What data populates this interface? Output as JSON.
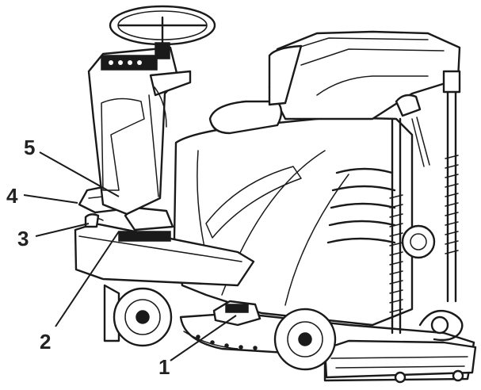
{
  "callouts": [
    {
      "id": "1",
      "label": "1"
    },
    {
      "id": "2",
      "label": "2"
    },
    {
      "id": "3",
      "label": "3"
    },
    {
      "id": "4",
      "label": "4"
    },
    {
      "id": "5",
      "label": "5"
    }
  ],
  "colors": {
    "line": "#1a1a1a",
    "background": "#ffffff",
    "label": "#222222"
  }
}
